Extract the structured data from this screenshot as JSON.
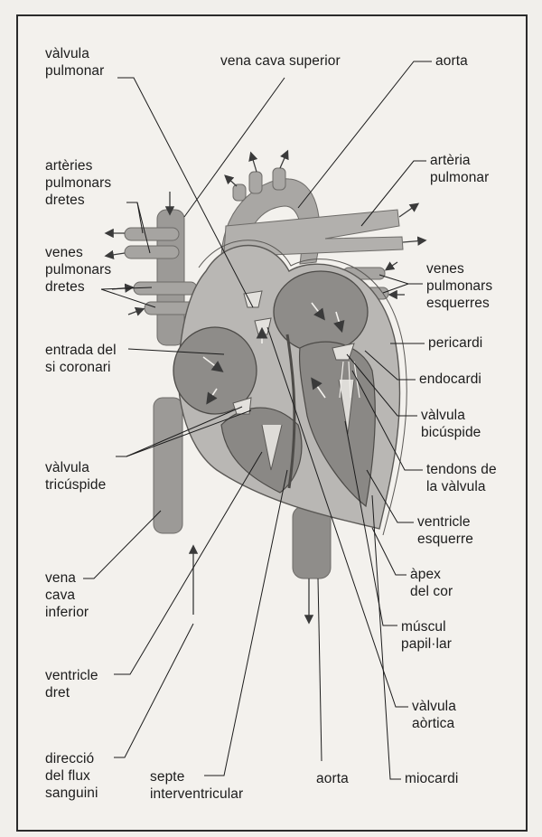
{
  "labels": {
    "valvula_pulmonar": "vàlvula\npulmonar",
    "vena_cava_superior": "vena cava superior",
    "aorta_top": "aorta",
    "arteria_pulmonar": "artèria\npulmonar",
    "arteries_pulmonars_dretes": "artèries\npulmonars\ndretes",
    "venes_pulmonars_dretes": "venes\npulmonars\ndretes",
    "venes_pulmonars_esquerres": "venes\npulmonars\nesquerres",
    "entrada_si_coronari": "entrada del\nsi coronari",
    "pericardi": "pericardi",
    "endocardi": "endocardi",
    "valvula_bicuspide": "vàlvula\nbicúspide",
    "valvula_tricuspide": "vàlvula\ntricúspide",
    "tendons_valvula": "tendons de\nla vàlvula",
    "ventricle_esquerre": "ventricle\nesquerre",
    "vena_cava_inferior": "vena\ncava\ninferior",
    "apex_cor": "àpex\ndel cor",
    "ventricle_dret": "ventricle\ndret",
    "muscul_papillar": "múscul\npapil·lar",
    "valvula_aortica": "vàlvula\naòrtica",
    "direccio_flux": "direcció\ndel flux\nsanguini",
    "septe_interventricular": "septe\ninterventricular",
    "aorta_bottom": "aorta",
    "miocardi": "miocardi"
  },
  "colors": {
    "vessel": "#9c9a97",
    "vessel_dark": "#7f7d7a",
    "chamber": "#8e8c89",
    "muscle": "#b5b3b0",
    "line": "#1c1c1c"
  }
}
